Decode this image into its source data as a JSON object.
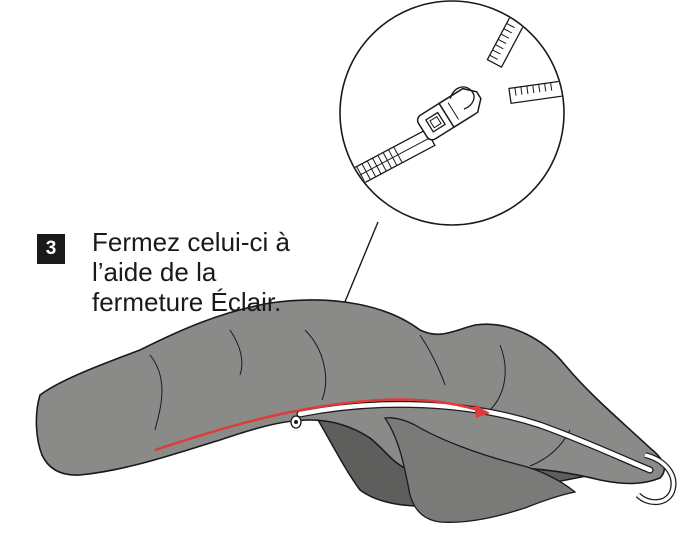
{
  "step": {
    "number": "3",
    "lines": [
      "Fermez celui-ci à",
      "l’aide de la",
      "fermeture Éclair."
    ]
  },
  "illustration": {
    "subject": "cover-with-zipper",
    "detail_inset": "zipper-slider-closeup",
    "arrow_direction": "left-to-right",
    "colors": {
      "cover": "#8a8b89",
      "cover_dark": "#5e5f5d",
      "arrow": "#e03a3a",
      "outline": "#1a1a1a"
    }
  }
}
